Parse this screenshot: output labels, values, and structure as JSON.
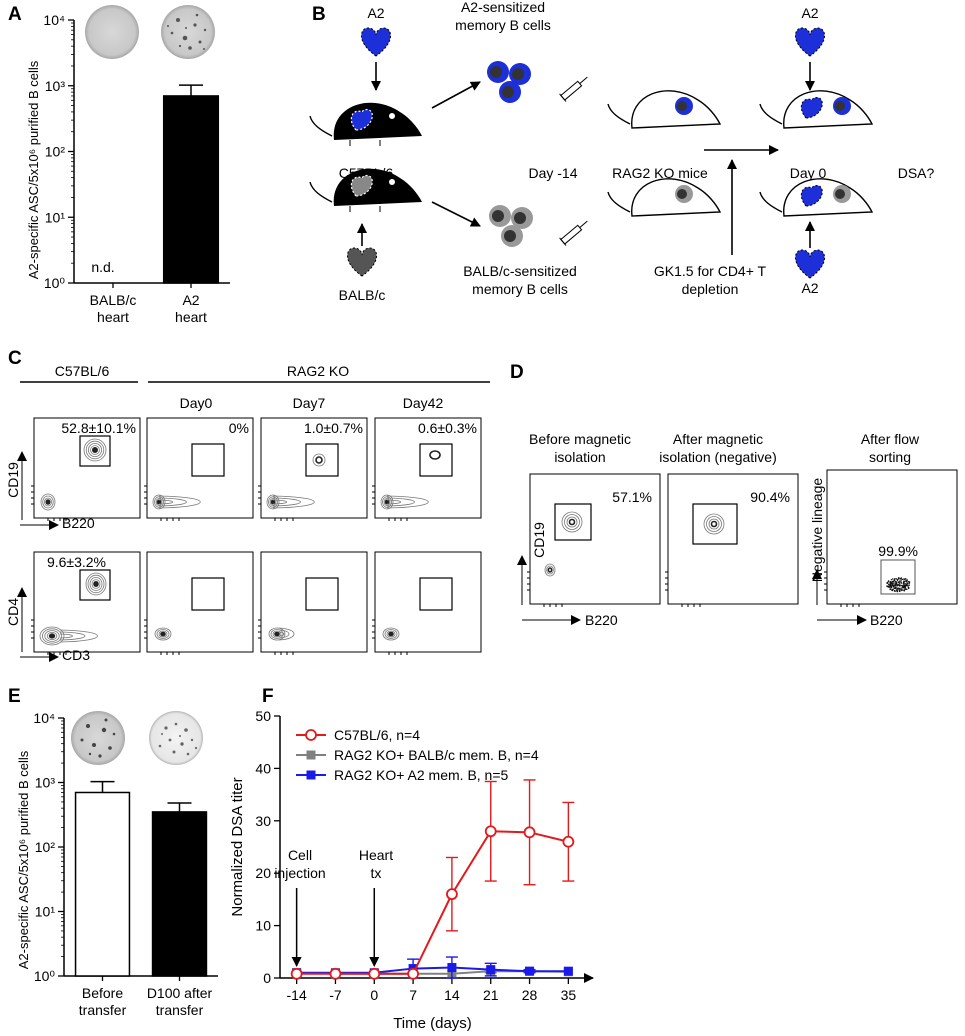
{
  "panels": {
    "A": "A",
    "B": "B",
    "C": "C",
    "D": "D",
    "E": "E",
    "F": "F"
  },
  "panel_a": {
    "ylabel": "A2-specific ASC/5x10⁶ purified B cells",
    "nd": "n.d."
  },
  "panel_b": {
    "a2_top": "A2",
    "a2_sensitized": "A2-sensitized",
    "memory_b_cells_top": "memory B cells",
    "c57": "C57BL/6",
    "day_minus14": "Day -14",
    "rag2_ko_mice": "RAG2 KO mice",
    "day0": "Day 0",
    "dsa": "DSA?",
    "balbc": "BALB/c",
    "balbc_sensitized": "BALB/c-sensitized",
    "memory_b_cells_bottom": "memory B cells",
    "gk15_line1": "GK1.5 for CD4+ T",
    "gk15_line2": "depletion",
    "a2_right_top": "A2",
    "a2_right_bottom": "A2"
  },
  "panel_c": {
    "group_c57": "C57BL/6",
    "group_rag2": "RAG2 KO",
    "day0": "Day0",
    "day7": "Day7",
    "day42": "Day42",
    "row1_values": [
      "52.8±10.1%",
      "0%",
      "1.0±0.7%",
      "0.6±0.3%"
    ],
    "row2_values": [
      "9.6±3.2%",
      "",
      "",
      ""
    ],
    "cd19": "CD19",
    "b220": "B220",
    "cd4": "CD4",
    "cd3": "CD3"
  },
  "panel_d": {
    "title1_line1": "Before magnetic",
    "title1_line2": "isolation",
    "title2_line1": "After magnetic",
    "title2_line2": "isolation (negative)",
    "title3_line1": "After flow",
    "title3_line2": "sorting",
    "v1": "57.1%",
    "v2": "90.4%",
    "v3": "99.9%",
    "cd19": "CD19",
    "b220": "B220",
    "neg_lineage": "Negative lineage",
    "b220_right": "B220"
  },
  "panel_e": {
    "ylabel": "A2-specific ASC/5x10⁶ purified B cells"
  },
  "panel_f": {
    "annot_cell_line1": "Cell",
    "annot_cell_line2": "injection",
    "annot_heart_line1": "Heart",
    "annot_heart_line2": "tx"
  },
  "colors": {
    "red": "#e31a1c",
    "gray": "#808080",
    "blue": "#1a1aeb",
    "black": "#000000"
  },
  "chart_data": [
    {
      "panel": "A",
      "type": "bar",
      "categories": [
        "BALB/c heart",
        "A2 heart"
      ],
      "category_lines": [
        [
          "BALB/c",
          "heart"
        ],
        [
          "A2",
          "heart"
        ]
      ],
      "values": [
        null,
        700
      ],
      "errors": [
        null,
        320
      ],
      "fills": [
        "#ffffff",
        "#000000"
      ],
      "yscale": "log",
      "ylim": [
        1,
        10000
      ],
      "yticks": [
        "10⁰",
        "10¹",
        "10²",
        "10³",
        "10⁴"
      ],
      "ylabel": "A2-specific ASC/5x10⁶ purified B cells",
      "annotations": [
        "n.d."
      ]
    },
    {
      "panel": "E",
      "type": "bar",
      "categories": [
        "Before transfer",
        "D100 after transfer"
      ],
      "category_lines": [
        [
          "Before",
          "transfer"
        ],
        [
          "D100 after",
          "transfer"
        ]
      ],
      "values": [
        700,
        350
      ],
      "errors": [
        330,
        130
      ],
      "fills": [
        "#ffffff",
        "#000000"
      ],
      "yscale": "log",
      "ylim": [
        1,
        10000
      ],
      "yticks": [
        "10⁰",
        "10¹",
        "10²",
        "10³",
        "10⁴"
      ],
      "ylabel": "A2-specific ASC/5x10⁶ purified B cells"
    },
    {
      "panel": "F",
      "type": "line",
      "x": [
        -14,
        -7,
        0,
        7,
        14,
        21,
        28,
        35
      ],
      "xticks": [
        "-14",
        "-7",
        "0",
        "7",
        "14",
        "21",
        "28",
        "35"
      ],
      "xlabel": "Time (days)",
      "ylabel": "Normalized DSA titer",
      "ylim": [
        0,
        50
      ],
      "yticks": [
        "0",
        "10",
        "20",
        "30",
        "40",
        "50"
      ],
      "legend": "top-left",
      "series": [
        {
          "name": "C57BL/6, n=4",
          "color": "#e31a1c",
          "marker": "open-circle",
          "values": [
            0.8,
            0.8,
            0.8,
            0.8,
            16,
            28,
            27.8,
            26
          ],
          "errors": [
            0,
            0,
            0,
            0,
            7,
            9.5,
            10,
            7.5
          ]
        },
        {
          "name": "RAG2 KO+ BALB/c mem. B, n=4",
          "color": "#808080",
          "marker": "square",
          "values": [
            1.0,
            0.8,
            0.8,
            0.8,
            0.8,
            1.3,
            1.3,
            1.2
          ],
          "errors": [
            0,
            0,
            0,
            0,
            0,
            0.3,
            0,
            0
          ]
        },
        {
          "name": "RAG2 KO+ A2 mem. B, n=5",
          "color": "#1a1aeb",
          "marker": "square",
          "values": [
            1.0,
            1.0,
            1.0,
            1.8,
            2.0,
            1.6,
            1.3,
            1.3
          ],
          "errors": [
            0,
            0,
            0,
            1.8,
            2.0,
            1.2,
            0.3,
            0
          ]
        }
      ]
    }
  ]
}
